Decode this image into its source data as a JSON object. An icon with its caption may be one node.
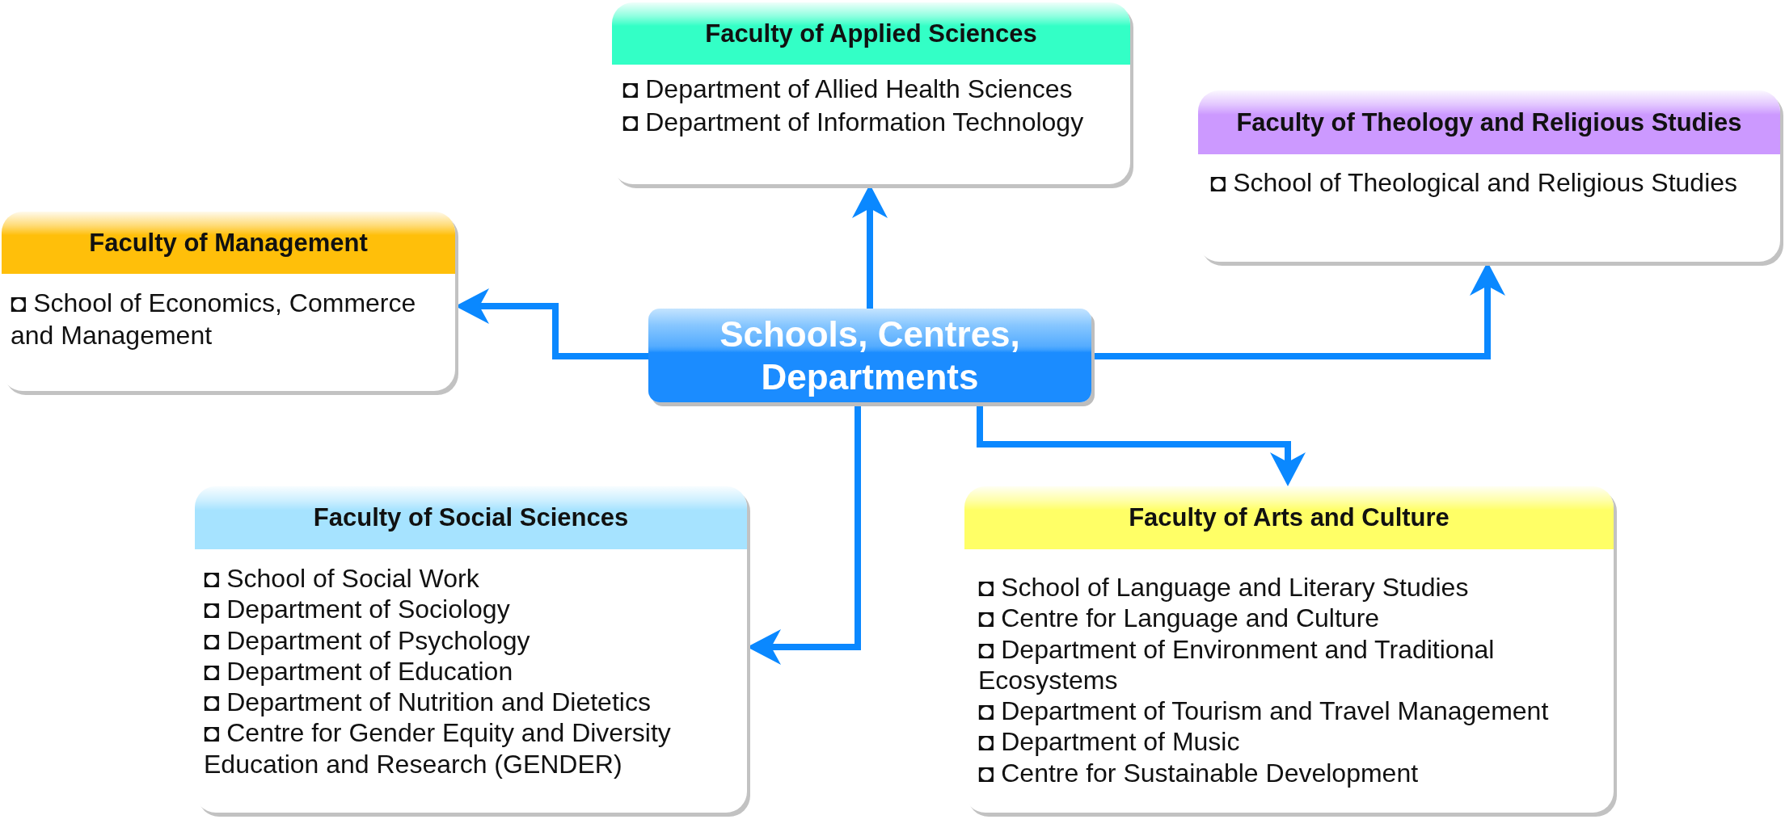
{
  "diagram": {
    "nodes": [
      {
        "text": [
          "Faculty of Applied Sciences",
          "◘ Department of Allied Health Sciences",
          "◘ Department of Information Technology"
        ]
      },
      {
        "text": [
          "Faculty of Theology and Religious Studies",
          "◘ School of Theological and Religious Studies"
        ]
      },
      {
        "text": [
          "Faculty of Management",
          "◘ School of Economics, Commerce and Management"
        ]
      },
      {
        "text": [
          "Schools, Centres, Departments"
        ]
      },
      {
        "text": [
          "Faculty of Social Sciences",
          "◘ School of Social Work",
          "◘ Department of Sociology",
          "◘ Department of Psychology",
          "◘ Department of Education",
          "◘ Department of Nutrition and Dietetics",
          "◘ Centre for Gender Equity and Diversity Education and Research (GENDER)"
        ]
      },
      {
        "text": [
          "Faculty of Arts and Culture",
          "◘ School of Language and Literary Studies",
          "◘ Centre for Language and Culture",
          "◘ Department of Environment and Traditional Ecosystems",
          "◘ Department of Tourism and Travel Management",
          "◘ Department of Music",
          "◘ Centre for Sustainable Development"
        ]
      }
    ],
    "edges": [
      {
        "from": 3,
        "to": 0,
        "arrow": "to"
      },
      {
        "from": 3,
        "to": 1,
        "arrow": "to"
      },
      {
        "from": 3,
        "to": 2,
        "arrow": "to"
      },
      {
        "from": 3,
        "to": 4,
        "arrow": "to"
      },
      {
        "from": 3,
        "to": 5,
        "arrow": "to"
      }
    ]
  }
}
